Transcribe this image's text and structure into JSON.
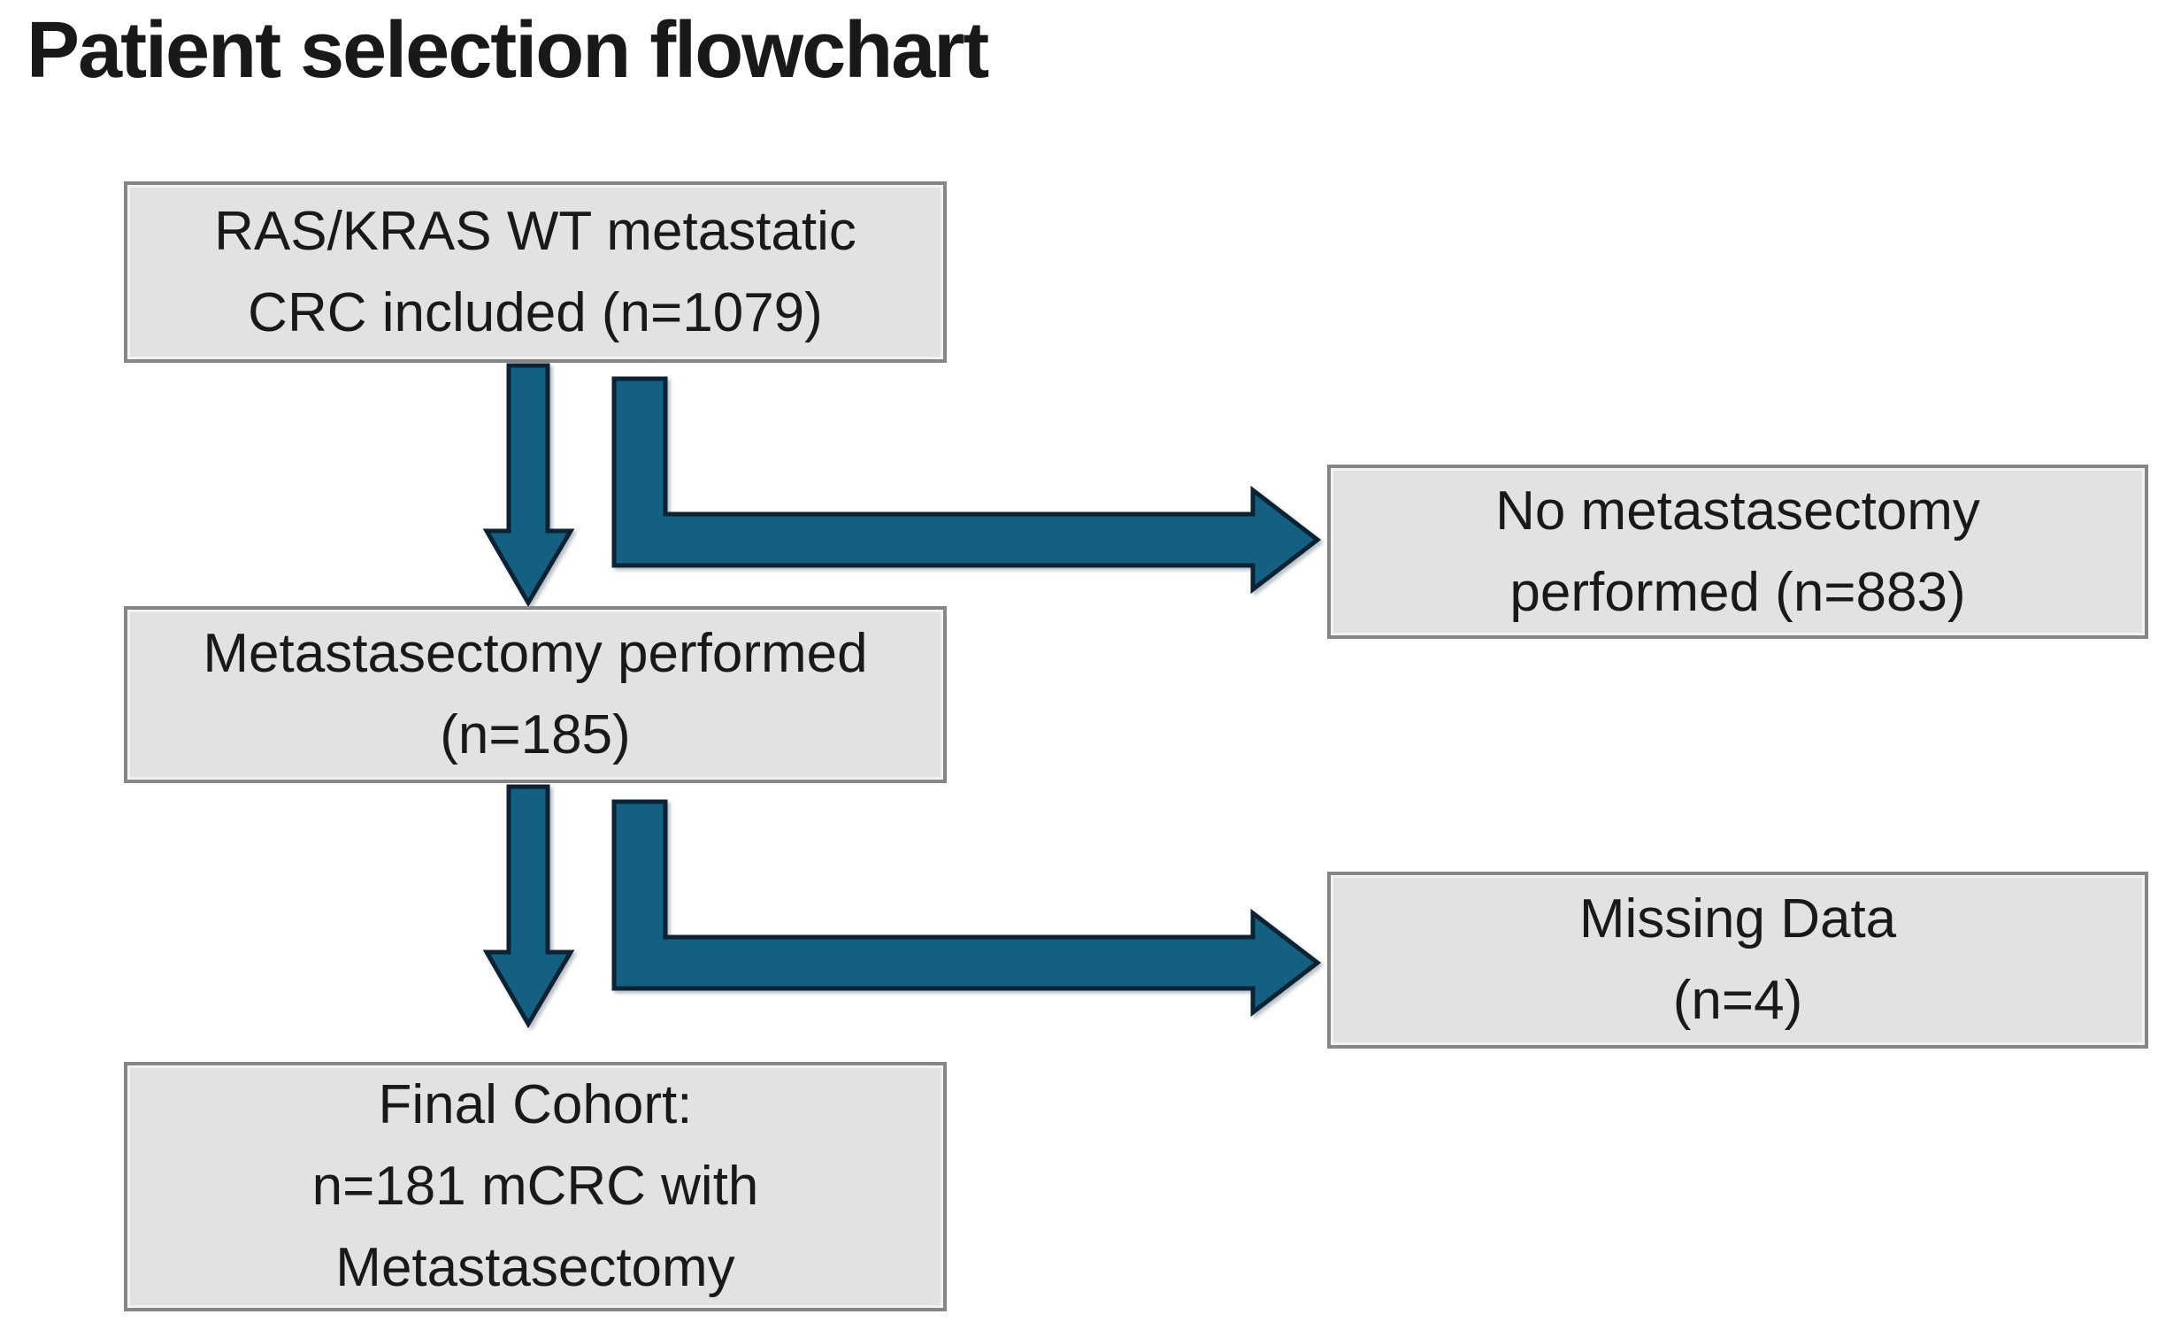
{
  "title": "Patient selection flowchart",
  "colors": {
    "box_fill": "#e2e2e2",
    "box_border": "#868686",
    "arrow_fill": "#136083",
    "arrow_outline": "#0d2233",
    "background": "#ffffff",
    "text": "#191919"
  },
  "nodes": {
    "included": {
      "lines": [
        "RAS/KRAS WT metastatic",
        "CRC included (n=1079)"
      ],
      "n": 1079
    },
    "no_metastasectomy": {
      "lines": [
        "No metastasectomy",
        "performed (n=883)"
      ],
      "n": 883
    },
    "metastasectomy": {
      "lines": [
        "Metastasectomy performed",
        "(n=185)"
      ],
      "n": 185
    },
    "missing_data": {
      "lines": [
        "Missing Data",
        "(n=4)"
      ],
      "n": 4
    },
    "final_cohort": {
      "lines": [
        "Final Cohort:",
        "n=181 mCRC with",
        "Metastasectomy"
      ],
      "n": 181
    }
  },
  "edges": [
    {
      "from": "included",
      "to": "metastasectomy",
      "shape": "straight-down"
    },
    {
      "from": "included",
      "to": "no_metastasectomy",
      "shape": "elbow-down-right"
    },
    {
      "from": "metastasectomy",
      "to": "final_cohort",
      "shape": "straight-down"
    },
    {
      "from": "metastasectomy",
      "to": "missing_data",
      "shape": "elbow-down-right"
    }
  ]
}
